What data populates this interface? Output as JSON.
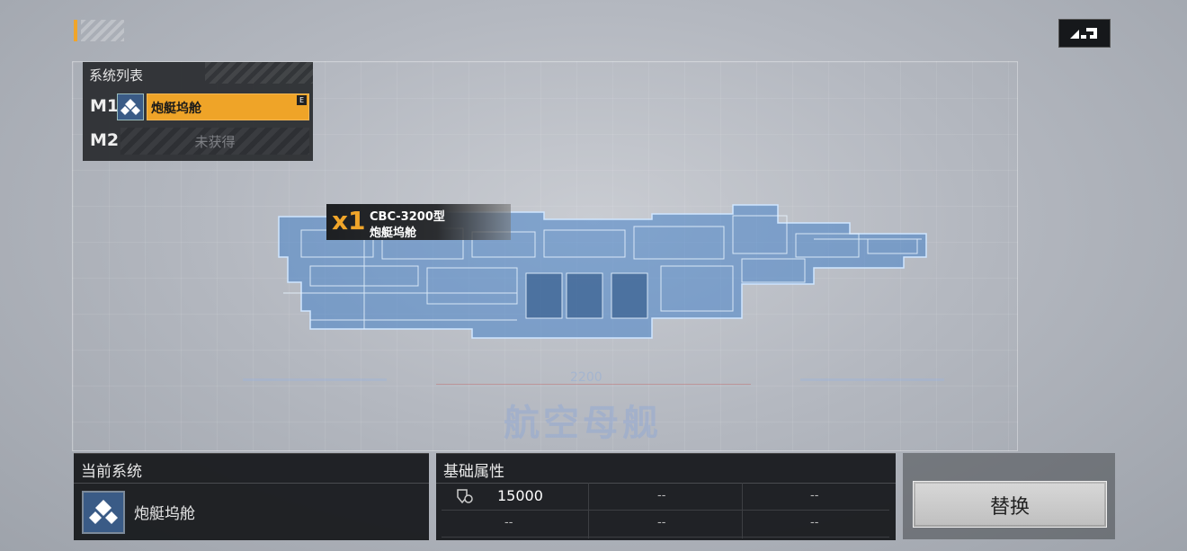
{
  "system_list": {
    "title": "系统列表",
    "slots": [
      {
        "code": "M1",
        "name": "炮艇坞舱",
        "badge": "E",
        "state": "equipped"
      },
      {
        "code": "M2",
        "name": "未获得",
        "state": "locked"
      }
    ]
  },
  "callout": {
    "multiplier": "x1",
    "model": "CBC-3200型",
    "name": "炮艇坞舱"
  },
  "background_text": {
    "number": "2200",
    "title": "航空母舰"
  },
  "current_system": {
    "title": "当前系统",
    "name": "炮艇坞舱"
  },
  "attributes": {
    "title": "基础属性",
    "rows": [
      [
        "15000",
        "--",
        "--"
      ],
      [
        "--",
        "--",
        "--"
      ]
    ]
  },
  "replace_button": {
    "label": "替换"
  },
  "colors": {
    "accent": "#efa428",
    "icon_bg": "#3a5b86",
    "blueprint": "#7fb3e6"
  },
  "icons": [
    "back-icon",
    "module-icon",
    "gear-shield-icon"
  ]
}
